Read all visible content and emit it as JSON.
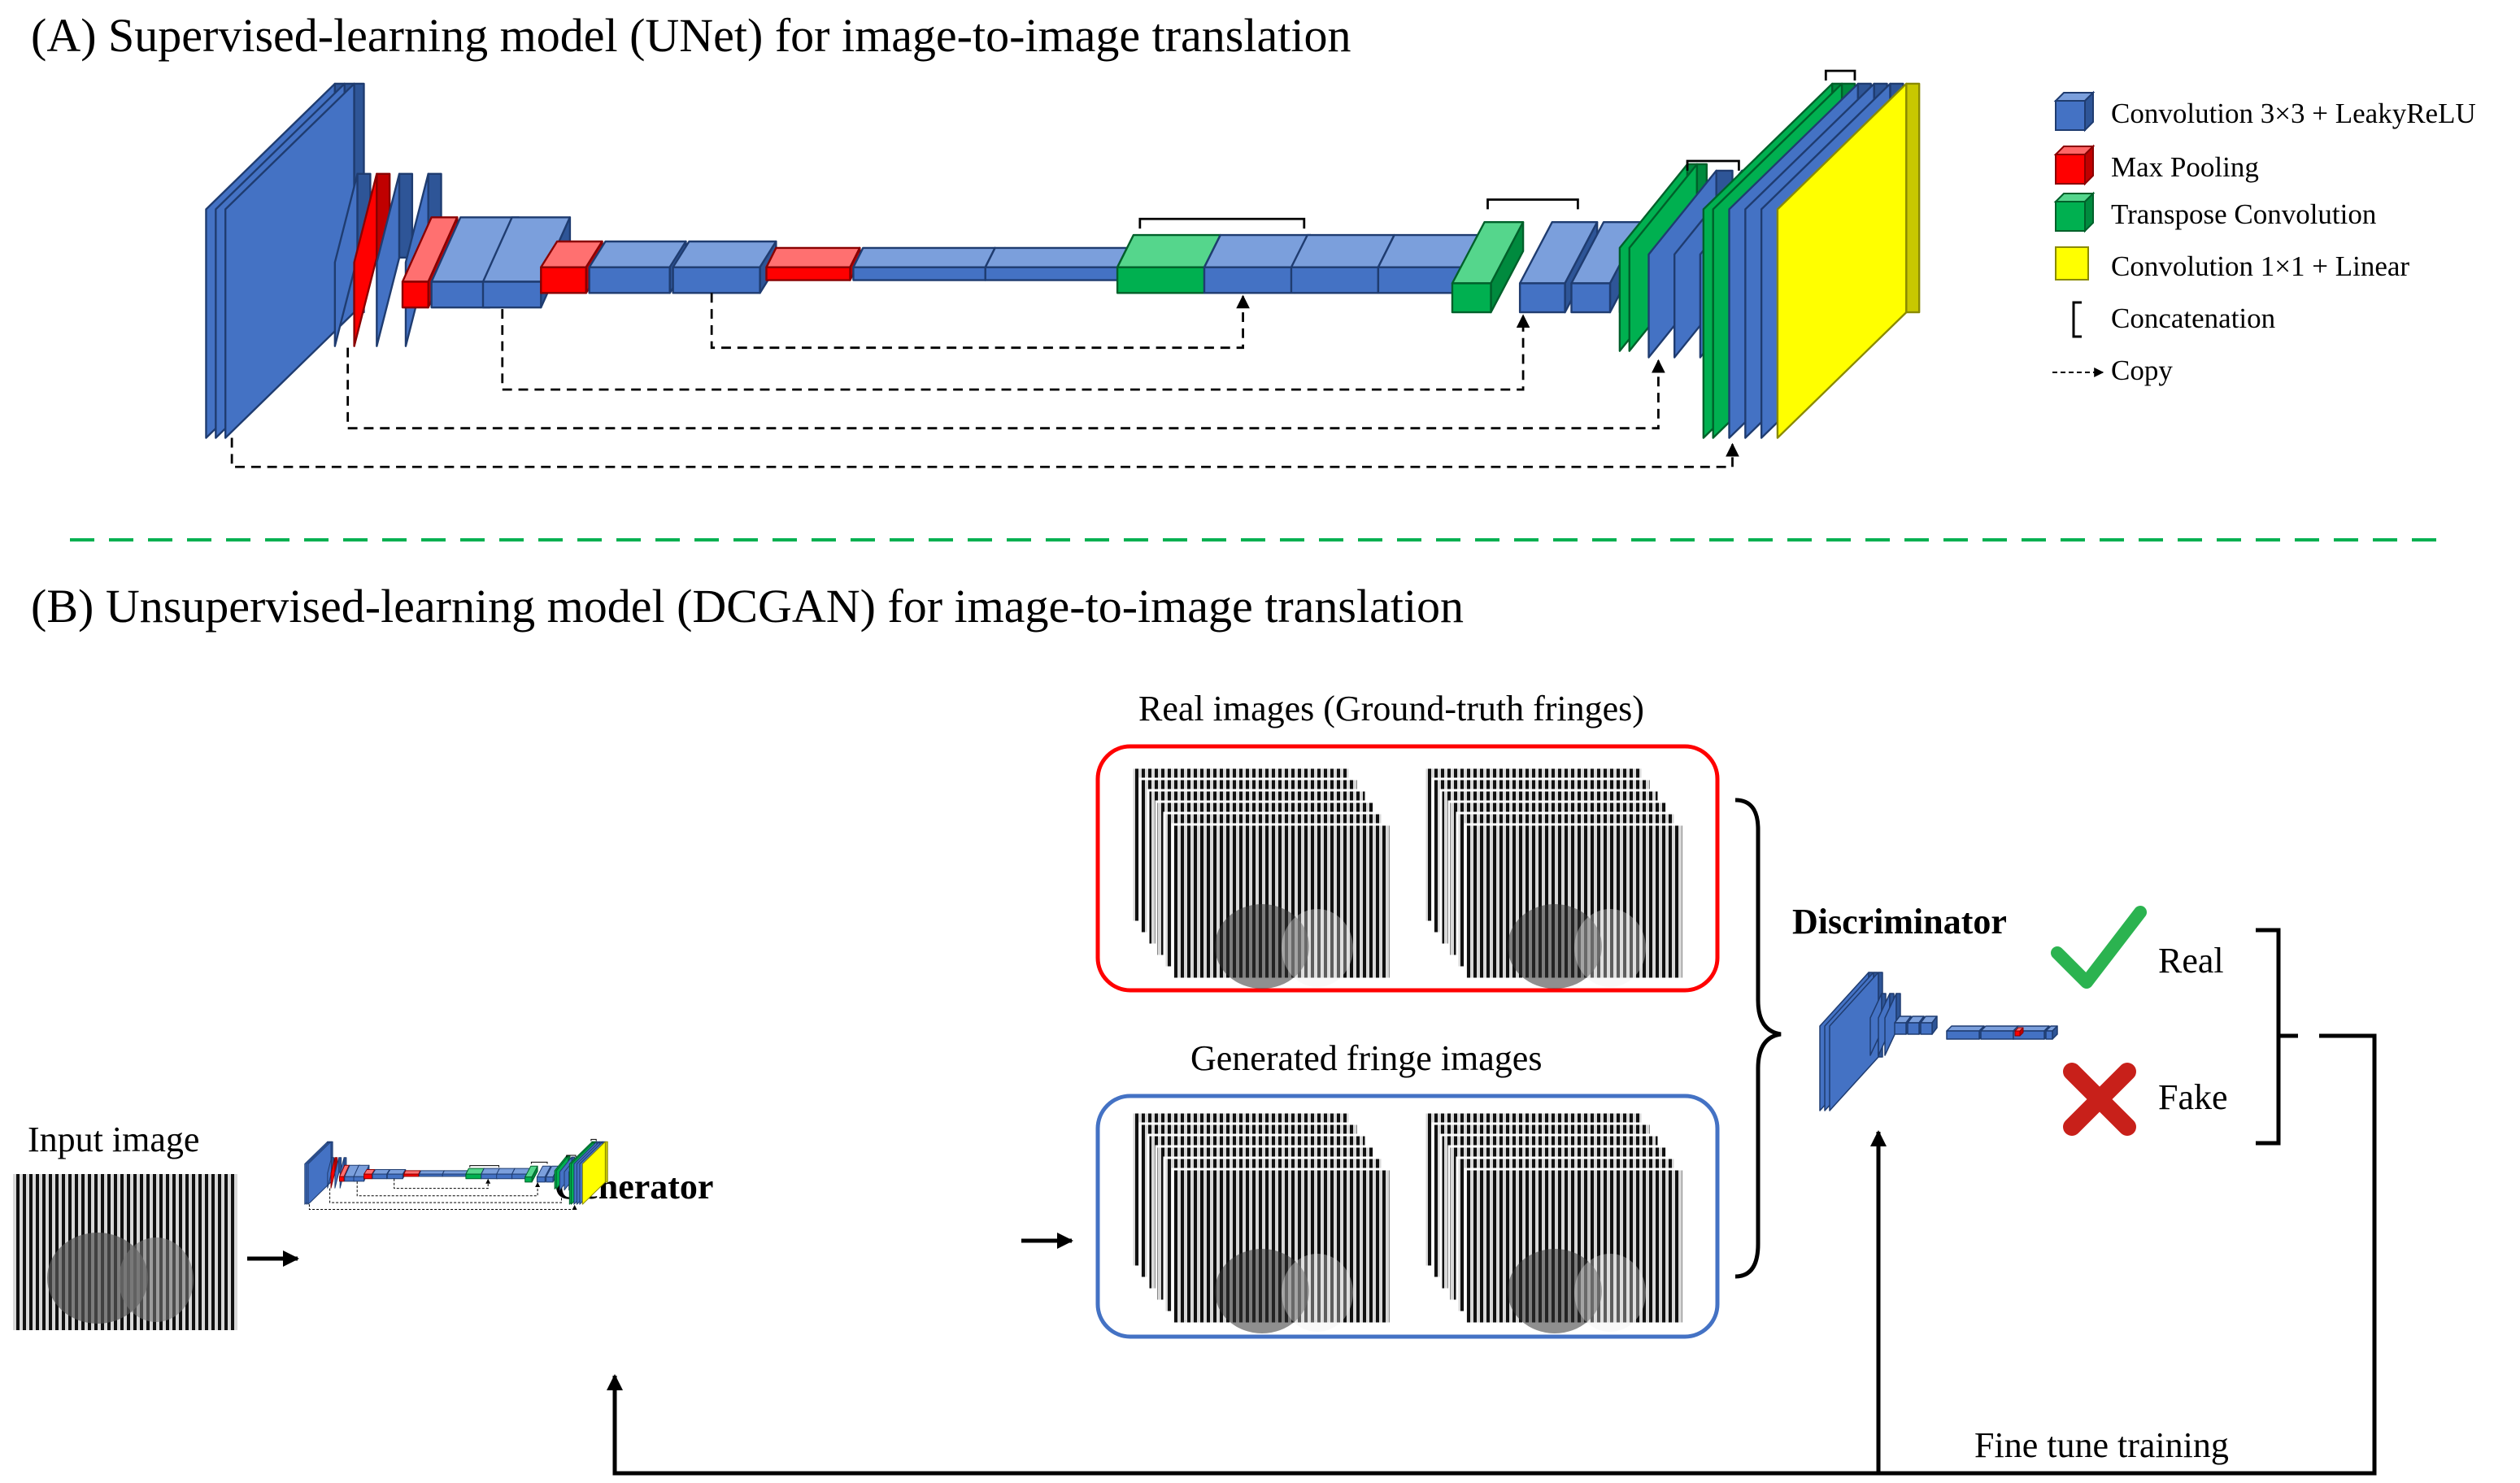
{
  "section_a": {
    "title": "(A) Supervised-learning model (UNet) for image-to-image translation"
  },
  "legend": {
    "items": [
      {
        "label": "Convolution 3×3 + LeakyReLU",
        "color": "#4472c4",
        "icon": "blue-cube-icon"
      },
      {
        "label": "Max Pooling",
        "color": "#ff0000",
        "icon": "red-cube-icon"
      },
      {
        "label": "Transpose Convolution",
        "color": "#00b050",
        "icon": "green-cube-icon"
      },
      {
        "label": "Convolution 1×1 + Linear",
        "color": "#ffff00",
        "icon": "yellow-square-icon"
      },
      {
        "label": "Concatenation",
        "icon": "bracket-icon"
      },
      {
        "label": "Copy",
        "icon": "dashed-arrow-icon"
      }
    ]
  },
  "section_b": {
    "title": "(B) Unsupervised-learning model (DCGAN) for image-to-image translation",
    "input_label": "Input image",
    "generator_label": "Generator",
    "real_images_label": "Real images (Ground-truth fringes)",
    "generated_images_label": "Generated fringe images",
    "discriminator_label": "Discriminator",
    "real_label": "Real",
    "fake_label": "Fake",
    "fine_tune_label": "Fine tune training"
  },
  "colors": {
    "conv": "#4472c4",
    "pool": "#ff0000",
    "transpose": "#00b050",
    "final": "#ffff00",
    "divider": "#00b050",
    "real_box": "#ff0000",
    "generated_box": "#4472c4"
  }
}
